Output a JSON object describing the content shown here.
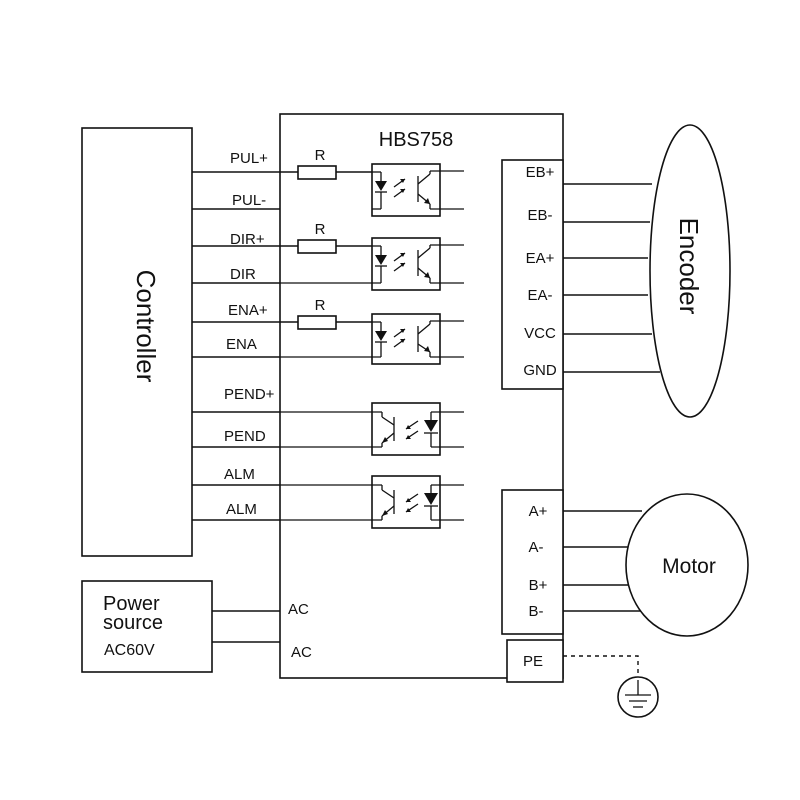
{
  "driver": {
    "title": "HBS758"
  },
  "controller": {
    "label": "Controller"
  },
  "encoder": {
    "label": "Encoder",
    "pins": [
      "EB+",
      "EB-",
      "EA+",
      "EA-",
      "VCC",
      "GND"
    ]
  },
  "motor": {
    "label": "Motor",
    "pins": [
      "A+",
      "A-",
      "B+",
      "B-"
    ]
  },
  "power": {
    "label_line1": "Power",
    "label_line2": "source",
    "voltage": "AC60V",
    "pins": [
      "AC",
      "AC"
    ]
  },
  "signals": {
    "pul_plus": "PUL+",
    "pul_minus": "PUL-",
    "dir_plus": "DIR+",
    "dir_minus": "DIR",
    "ena_plus": "ENA+",
    "ena_minus": "ENA",
    "pend_plus": "PEND+",
    "pend_minus": "PEND",
    "alm_1": "ALM",
    "alm_2": "ALM"
  },
  "resistor_label": "R",
  "pe_label": "PE"
}
